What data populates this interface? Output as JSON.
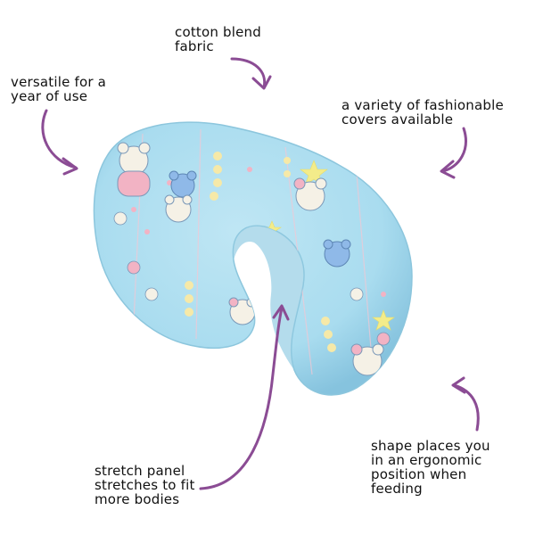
{
  "image": {
    "subject": "nursing-pillow",
    "colors": {
      "pillow_base": "#a9dcef",
      "pillow_shadow": "#86c3de",
      "arrow": "#8b4c94",
      "text": "#111111",
      "star": "#f3ec8a",
      "bear_blue": "#8fb9e8",
      "bear_pink": "#f2b3c4",
      "bear_cream": "#f5f1e6",
      "dot_yellow": "#f6e9a8"
    }
  },
  "annotations": {
    "cotton": [
      "cotton blend",
      "fabric"
    ],
    "versatile": [
      "versatile for a",
      "year of use"
    ],
    "covers": [
      "a variety of fashionable",
      "covers available"
    ],
    "shape": [
      "shape places you",
      "in an ergonomic",
      "position when",
      "feeding"
    ],
    "stretch": [
      "stretch panel",
      "stretches to fit",
      "more bodies"
    ]
  }
}
